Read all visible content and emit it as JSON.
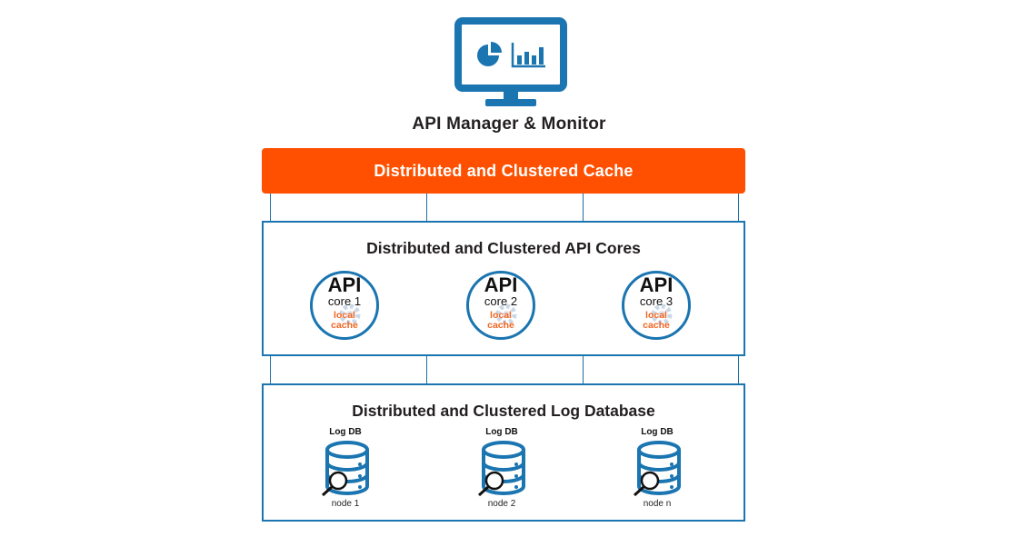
{
  "header": {
    "icon": "monitor-dashboard-icon",
    "title": "API Manager & Monitor"
  },
  "cache_layer": {
    "label": "Distributed and Clustered Cache",
    "color": "#fe5000"
  },
  "cores_layer": {
    "title": "Distributed and Clustered API Cores",
    "border_color": "#1a75b0",
    "cores": [
      {
        "api": "API",
        "name": "core 1",
        "cache_line1": "local",
        "cache_line2": "cache"
      },
      {
        "api": "API",
        "name": "core 2",
        "cache_line1": "local",
        "cache_line2": "cache"
      },
      {
        "api": "API",
        "name": "core 3",
        "cache_line1": "local",
        "cache_line2": "cache"
      }
    ]
  },
  "db_layer": {
    "title": "Distributed and Clustered Log Database",
    "nodes": [
      {
        "label": "Log DB",
        "node": "node 1",
        "icon": "database-search-icon"
      },
      {
        "label": "Log DB",
        "node": "node 2",
        "icon": "database-search-icon"
      },
      {
        "label": "Log DB",
        "node": "node n",
        "icon": "database-search-icon"
      }
    ]
  },
  "colors": {
    "accent_blue": "#1a75b0",
    "accent_orange": "#fe5000",
    "local_cache_text": "#f26522"
  }
}
